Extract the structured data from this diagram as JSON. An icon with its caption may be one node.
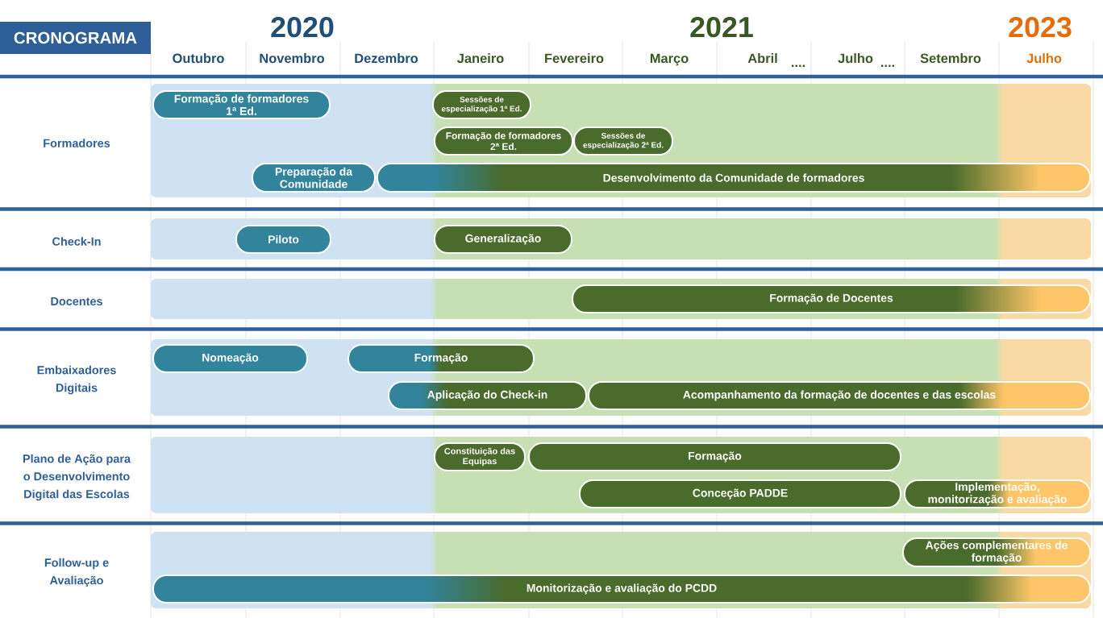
{
  "diagram": {
    "title": "CRONOGRAMA",
    "nodes": [
      {
        "text": [],
        "shape": "band"
      },
      {
        "text": [
          "Formação de formadores 1ª Ed."
        ],
        "in": 0
      },
      {
        "text": [
          "Sessões de especialização 1ª Ed."
        ],
        "in": 0
      },
      {
        "text": [
          "Formação de formadores 2ª Ed."
        ],
        "in": 0
      },
      {
        "text": [
          "Sessões de especialização 2ª Ed."
        ],
        "in": 0
      },
      {
        "text": [
          "Preparação da Comunidade"
        ],
        "in": 0
      },
      {
        "text": [
          "Desenvolvimento da Comunidade de formadores"
        ],
        "in": 0
      },
      {
        "text": [],
        "shape": "band"
      },
      {
        "text": [
          "Piloto"
        ],
        "in": 7
      },
      {
        "text": [
          "Generalização"
        ],
        "in": 7
      },
      {
        "text": [],
        "shape": "band"
      },
      {
        "text": [
          "Formação de Docentes"
        ],
        "in": 10
      },
      {
        "text": [],
        "shape": "band"
      },
      {
        "text": [
          "Nomeação"
        ],
        "in": 12
      },
      {
        "text": [
          "Formação"
        ],
        "in": 12
      },
      {
        "text": [
          "Aplicação do Check-in"
        ],
        "in": 12
      },
      {
        "text": [
          "Acompanhamento da formação de docentes e das escolas"
        ],
        "in": 12
      },
      {
        "text": [],
        "shape": "band"
      },
      {
        "text": [
          "Constituição das Equipas"
        ],
        "in": 17
      },
      {
        "text": [
          "Formação"
        ],
        "in": 17
      },
      {
        "text": [
          "Conceção PADDE"
        ],
        "in": 17
      },
      {
        "text": [
          "Implementação, monitorização e avaliação"
        ],
        "in": 17
      },
      {
        "text": [],
        "shape": "band"
      },
      {
        "text": [
          "Ações complementares de formação"
        ],
        "in": 22
      },
      {
        "text": [
          "Monitorização e avaliação do PCDD"
        ],
        "in": 22
      }
    ],
    "labels": [
      "2020",
      "2021",
      "2023",
      "Outubro",
      "Novembro",
      "Dezembro",
      "Janeiro",
      "Fevereiro",
      "Março",
      "Abril",
      "....",
      "Julho",
      "....",
      "Setembro",
      "Julho",
      "Formadores",
      "Check-In",
      "Docentes",
      "Embaixadores Digitais",
      "Plano de Ação para o Desenvolvimento Digital das Escolas",
      "Follow-up e Avaliação"
    ]
  }
}
